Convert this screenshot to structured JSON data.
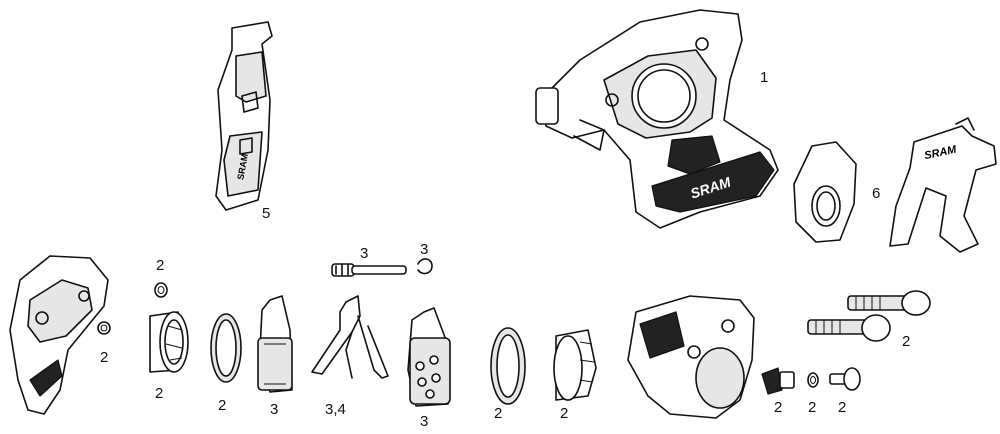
{
  "parts": {
    "caliper_body": {
      "label": "1",
      "brand_mark": "SRAM"
    },
    "bleed_block": {
      "label": "5",
      "brand_mark": "SRAM"
    },
    "caliper_bracket_kit": {
      "label": "6",
      "brand_mark": "SRAM"
    },
    "pad_pin": {
      "label": "3"
    },
    "pad_clip": {
      "label": "3"
    },
    "small_washer": {
      "label": "2"
    },
    "caliper_half_washer": {
      "label": "2"
    },
    "piston_left": {
      "label": "2"
    },
    "seal_left": {
      "label": "2"
    },
    "pad_left": {
      "label": "3"
    },
    "pad_spring": {
      "label": "3,4"
    },
    "pad_right": {
      "label": "3"
    },
    "seal_right": {
      "label": "2"
    },
    "piston_right": {
      "label": "2"
    },
    "mounting_bolts": {
      "label": "2"
    },
    "bleed_screw": {
      "label": "2"
    },
    "o_ring": {
      "label": "2"
    },
    "bleed_port_screw": {
      "label": "2"
    }
  }
}
